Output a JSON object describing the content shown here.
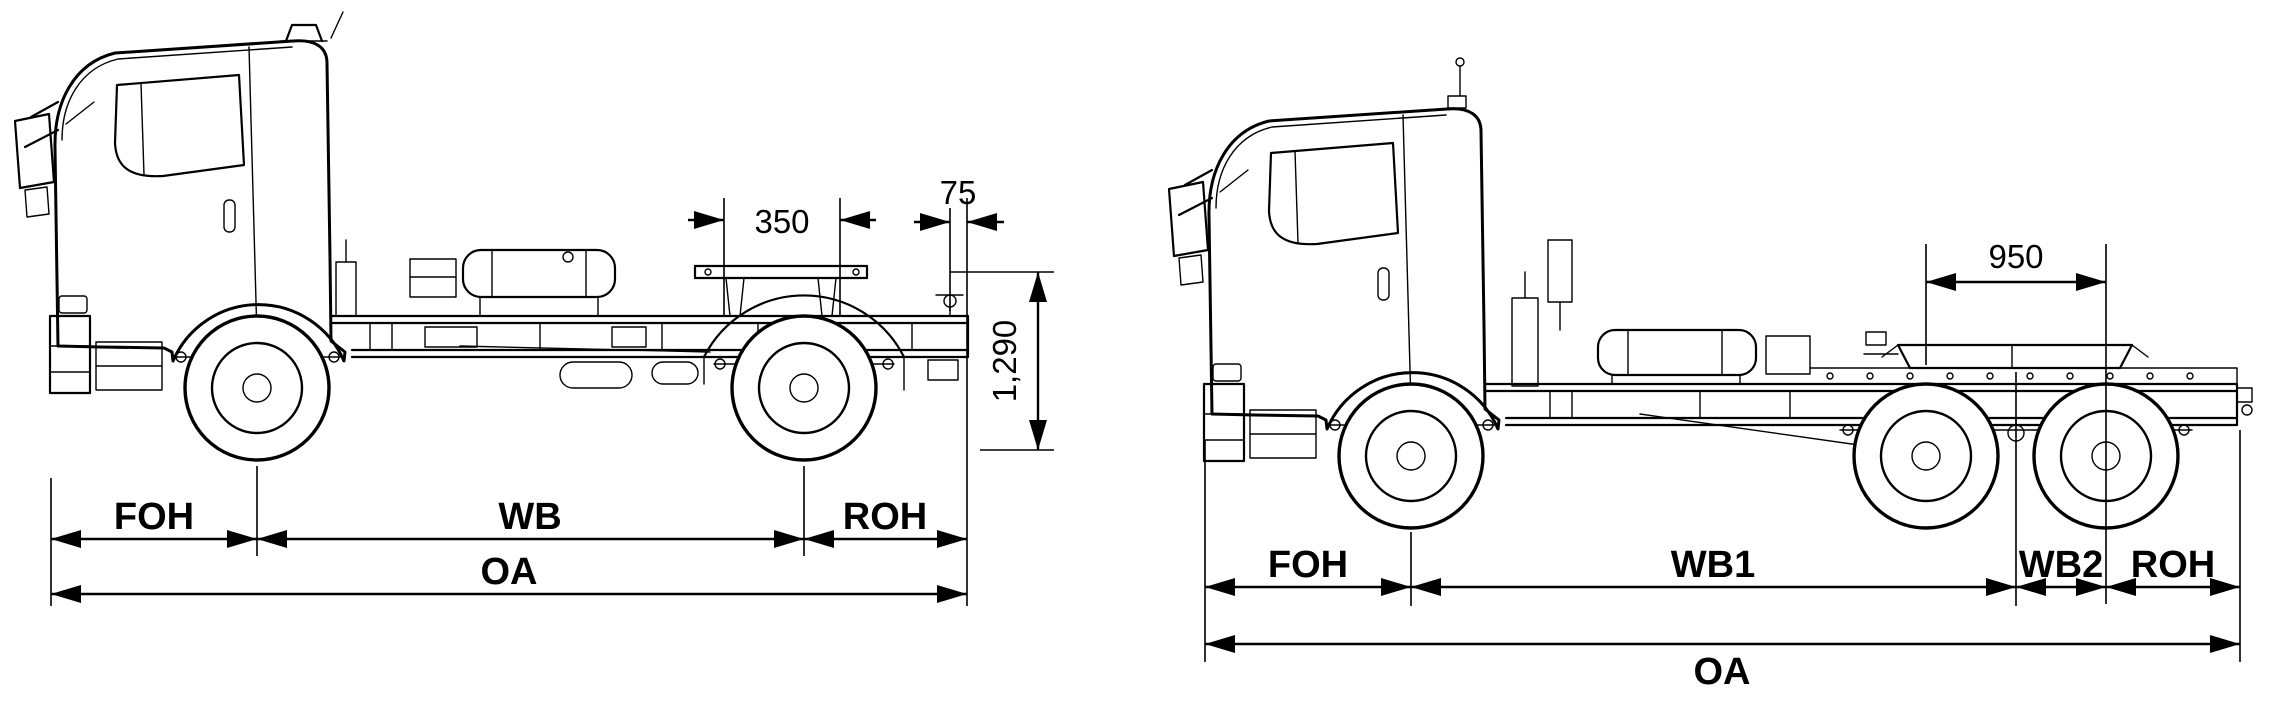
{
  "colors": {
    "ink": "#000000",
    "paper": "#ffffff"
  },
  "left_view": {
    "dims": {
      "top_350": "350",
      "top_75": "75",
      "height_1290": "1,290",
      "foh": "FOH",
      "wb": "WB",
      "roh": "ROH",
      "oa": "OA"
    }
  },
  "right_view": {
    "dims": {
      "top_950": "950",
      "foh": "FOH",
      "wb1": "WB1",
      "wb2": "WB2",
      "roh": "ROH",
      "oa": "OA"
    }
  }
}
